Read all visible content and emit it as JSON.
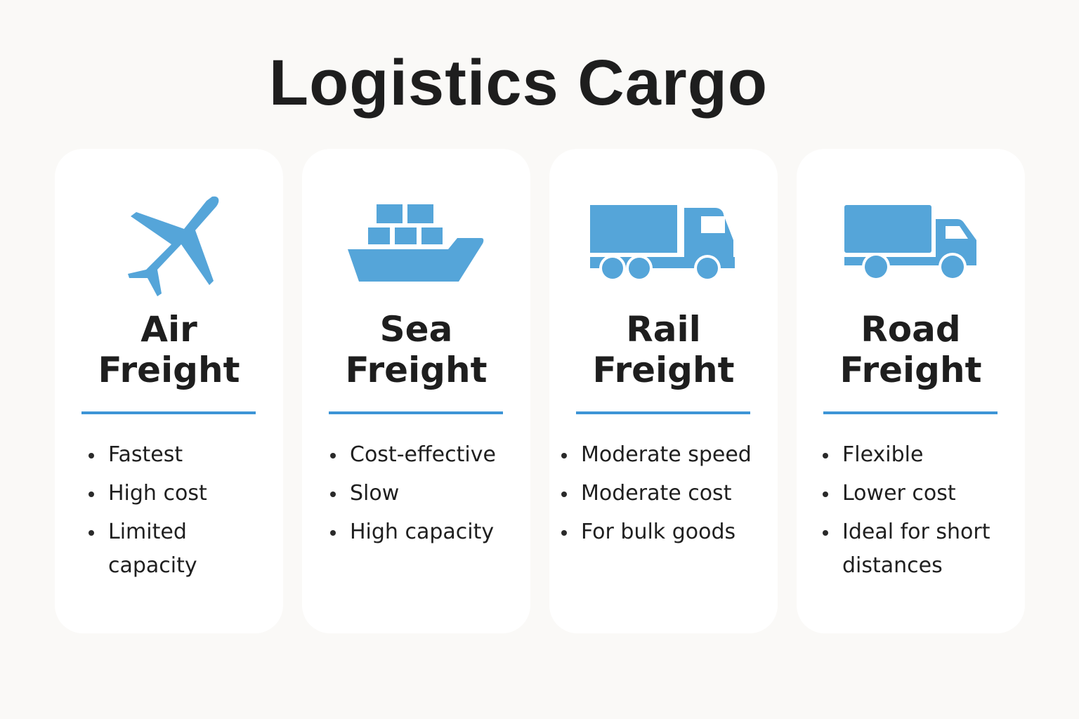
{
  "title": "Logistics Cargo",
  "accent_color": "#55a5d9",
  "cards": [
    {
      "icon": "airplane-icon",
      "heading_line1": "Air",
      "heading_line2": "Freight",
      "bullets": [
        "Fastest",
        "High cost",
        "Limited capacity"
      ]
    },
    {
      "icon": "ship-icon",
      "heading_line1": "Sea",
      "heading_line2": "Freight",
      "bullets": [
        "Cost-effective",
        "Slow",
        "High capacity"
      ]
    },
    {
      "icon": "freight-truck-icon",
      "heading_line1": "Rail",
      "heading_line2": "Freight",
      "bullets": [
        "Moderate speed",
        "Moderate cost",
        "For bulk goods"
      ]
    },
    {
      "icon": "delivery-truck-icon",
      "heading_line1": "Road",
      "heading_line2": "Freight",
      "bullets": [
        "Flexible",
        "Lower cost",
        "Ideal for short distances"
      ]
    }
  ]
}
